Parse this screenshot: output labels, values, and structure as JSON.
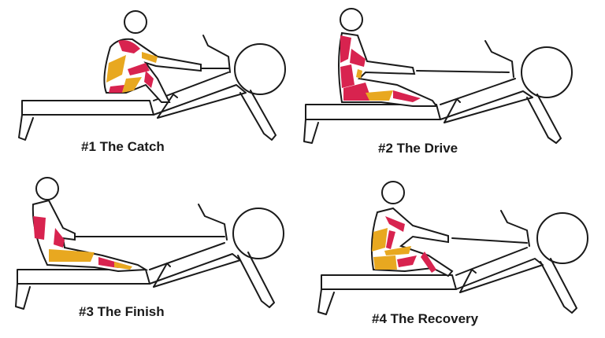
{
  "colors": {
    "primary_muscle": "#d8234f",
    "secondary_muscle": "#e8a820",
    "outline": "#1a1a1a"
  },
  "panels": [
    {
      "label": "#1 The Catch"
    },
    {
      "label": "#2 The Drive"
    },
    {
      "label": "#3 The Finish"
    },
    {
      "label": "#4 The Recovery"
    }
  ]
}
